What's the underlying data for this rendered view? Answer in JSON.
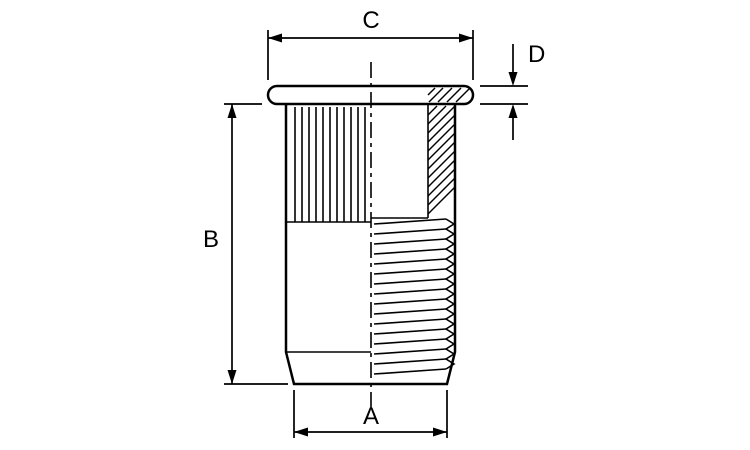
{
  "diagram": {
    "background_color": "#ffffff",
    "line_color": "#000000",
    "dimensions": {
      "a": {
        "label": "A"
      },
      "b": {
        "label": "B"
      },
      "c": {
        "label": "C"
      },
      "d": {
        "label": "D"
      }
    }
  }
}
